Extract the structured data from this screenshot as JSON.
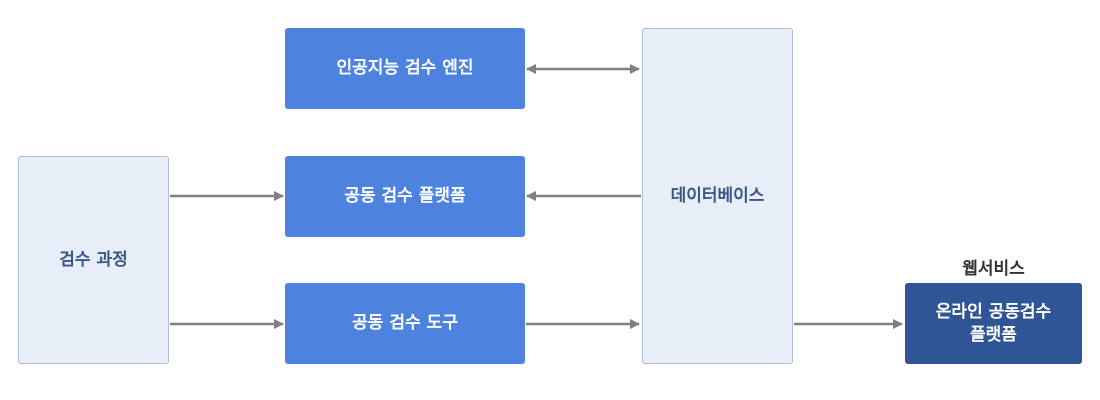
{
  "nodes": {
    "inspection_process": "검수 과정",
    "ai_engine": "인공지능 검수 엔진",
    "collab_platform": "공동 검수 플랫폼",
    "collab_tool": "공동 검수 도구",
    "database": "데이터베이스",
    "web_service_label": "웹서비스",
    "online_platform": "온라인 공동검수\n플랫폼"
  },
  "colors": {
    "light_box": "#e8eef8",
    "light_border": "#aebfdc",
    "light_text": "#3a5787",
    "blue_box": "#4d82de",
    "dark_box": "#2f5596",
    "arrow": "#808080"
  }
}
